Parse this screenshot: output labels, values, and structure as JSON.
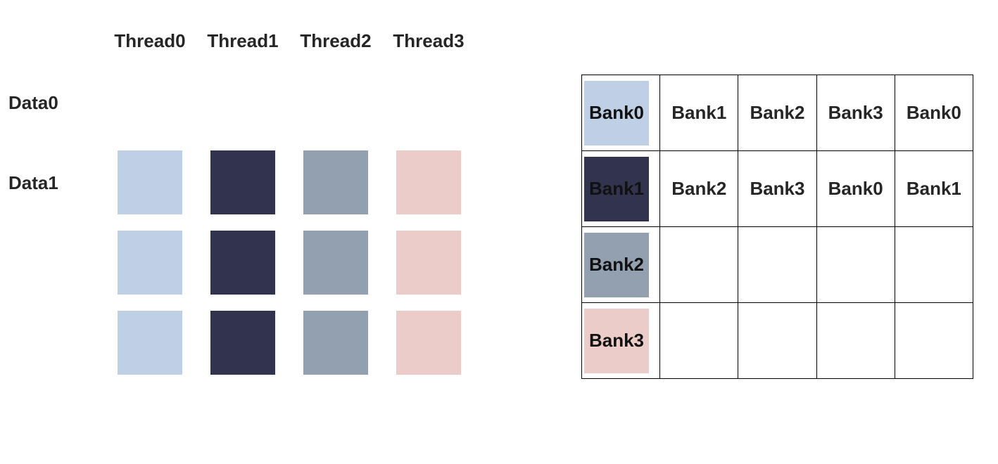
{
  "threads": [
    "Thread0",
    "Thread1",
    "Thread2",
    "Thread3"
  ],
  "data_labels": [
    "Data0",
    "Data1"
  ],
  "colors": {
    "bank0": "#bfcfe5",
    "bank1": "#32334e",
    "bank2": "#93a0b0",
    "bank3": "#ecccc8"
  },
  "grid_rows": [
    [
      "bank0",
      "bank1",
      "bank2",
      "bank3"
    ],
    [
      "bank0",
      "bank1",
      "bank2",
      "bank3"
    ],
    [
      "bank0",
      "bank1",
      "bank2",
      "bank3"
    ]
  ],
  "bank_table": {
    "rows": [
      [
        "Bank0",
        "Bank1",
        "Bank2",
        "Bank3",
        "Bank0"
      ],
      [
        "Bank1",
        "Bank2",
        "Bank3",
        "Bank0",
        "Bank1"
      ],
      [
        "Bank2",
        "",
        "",
        "",
        ""
      ],
      [
        "Bank3",
        "",
        "",
        "",
        ""
      ]
    ],
    "swatches": [
      "bank0",
      "bank1",
      "bank2",
      "bank3"
    ]
  }
}
